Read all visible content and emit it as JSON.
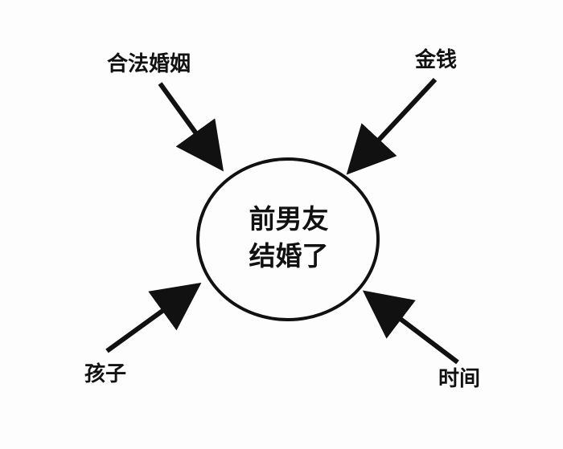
{
  "diagram": {
    "center": {
      "line1": "前男友",
      "line2": "结婚了"
    },
    "inputs": [
      {
        "id": "legal-marriage",
        "label": "合法婚姻",
        "position": "top-left"
      },
      {
        "id": "money",
        "label": "金钱",
        "position": "top-right"
      },
      {
        "id": "children",
        "label": "孩子",
        "position": "bottom-left"
      },
      {
        "id": "time",
        "label": "时间",
        "position": "bottom-right"
      }
    ],
    "colors": {
      "stroke": "#111111",
      "background": "#fdfdfd"
    }
  }
}
